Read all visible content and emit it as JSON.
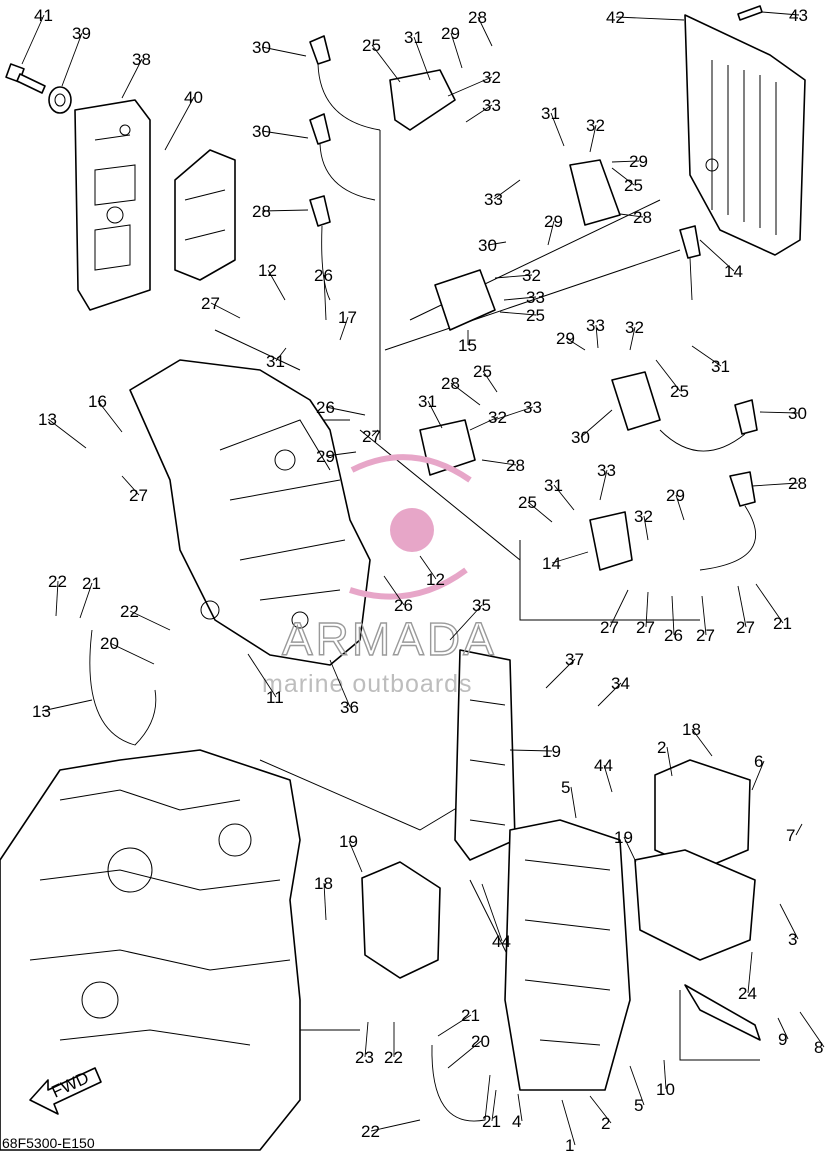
{
  "diagram": {
    "code": "68F5300-E150",
    "fwd_label": "FWD",
    "watermark": {
      "brand": "ARMADA",
      "tagline": "marine outboards",
      "accent_color": "#e7a6c8"
    },
    "callouts": [
      "41",
      "39",
      "38",
      "40",
      "30",
      "25",
      "31",
      "29",
      "28",
      "32",
      "33",
      "42",
      "43",
      "30",
      "28",
      "29",
      "25",
      "31",
      "32",
      "33",
      "28",
      "29",
      "30",
      "14",
      "12",
      "27",
      "26",
      "17",
      "31",
      "32",
      "33",
      "25",
      "15",
      "16",
      "13",
      "27",
      "26",
      "27",
      "29",
      "28",
      "25",
      "31",
      "32",
      "33",
      "28",
      "31",
      "32",
      "33",
      "29",
      "25",
      "30",
      "30",
      "28",
      "29",
      "32",
      "31",
      "33",
      "25",
      "14",
      "12",
      "26",
      "27",
      "27",
      "26",
      "27",
      "27",
      "21",
      "22",
      "21",
      "22",
      "20",
      "13",
      "11",
      "36",
      "35",
      "37",
      "34",
      "19",
      "18",
      "2",
      "5",
      "44",
      "6",
      "19",
      "7",
      "18",
      "19",
      "3",
      "44",
      "24",
      "23",
      "22",
      "21",
      "20",
      "22",
      "21",
      "4",
      "1",
      "2",
      "5",
      "10",
      "9",
      "8"
    ]
  }
}
